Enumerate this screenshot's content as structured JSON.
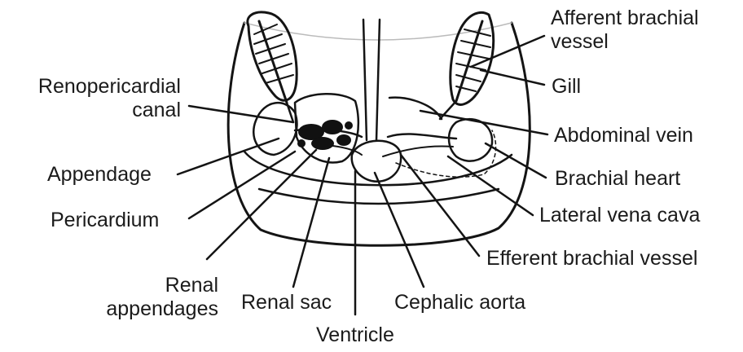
{
  "labels": {
    "afferent_brachial_vessel": [
      "Afferent brachial",
      "vessel"
    ],
    "gill": "Gill",
    "renopericardial_canal": [
      "Renopericardial",
      "canal"
    ],
    "abdominal_vein": "Abdominal vein",
    "appendage": "Appendage",
    "brachial_heart": "Brachial heart",
    "lateral_vena_cava": "Lateral vena cava",
    "pericardium": "Pericardium",
    "efferent_brachial_vessel": "Efferent brachial vessel",
    "renal_appendages": [
      "Renal",
      "appendages"
    ],
    "renal_sac": "Renal sac",
    "cephalic_aorta": "Cephalic aorta",
    "ventricle": "Ventricle"
  },
  "colors": {
    "line": "#141414",
    "text": "#1b1b1b",
    "background": "#ffffff"
  }
}
